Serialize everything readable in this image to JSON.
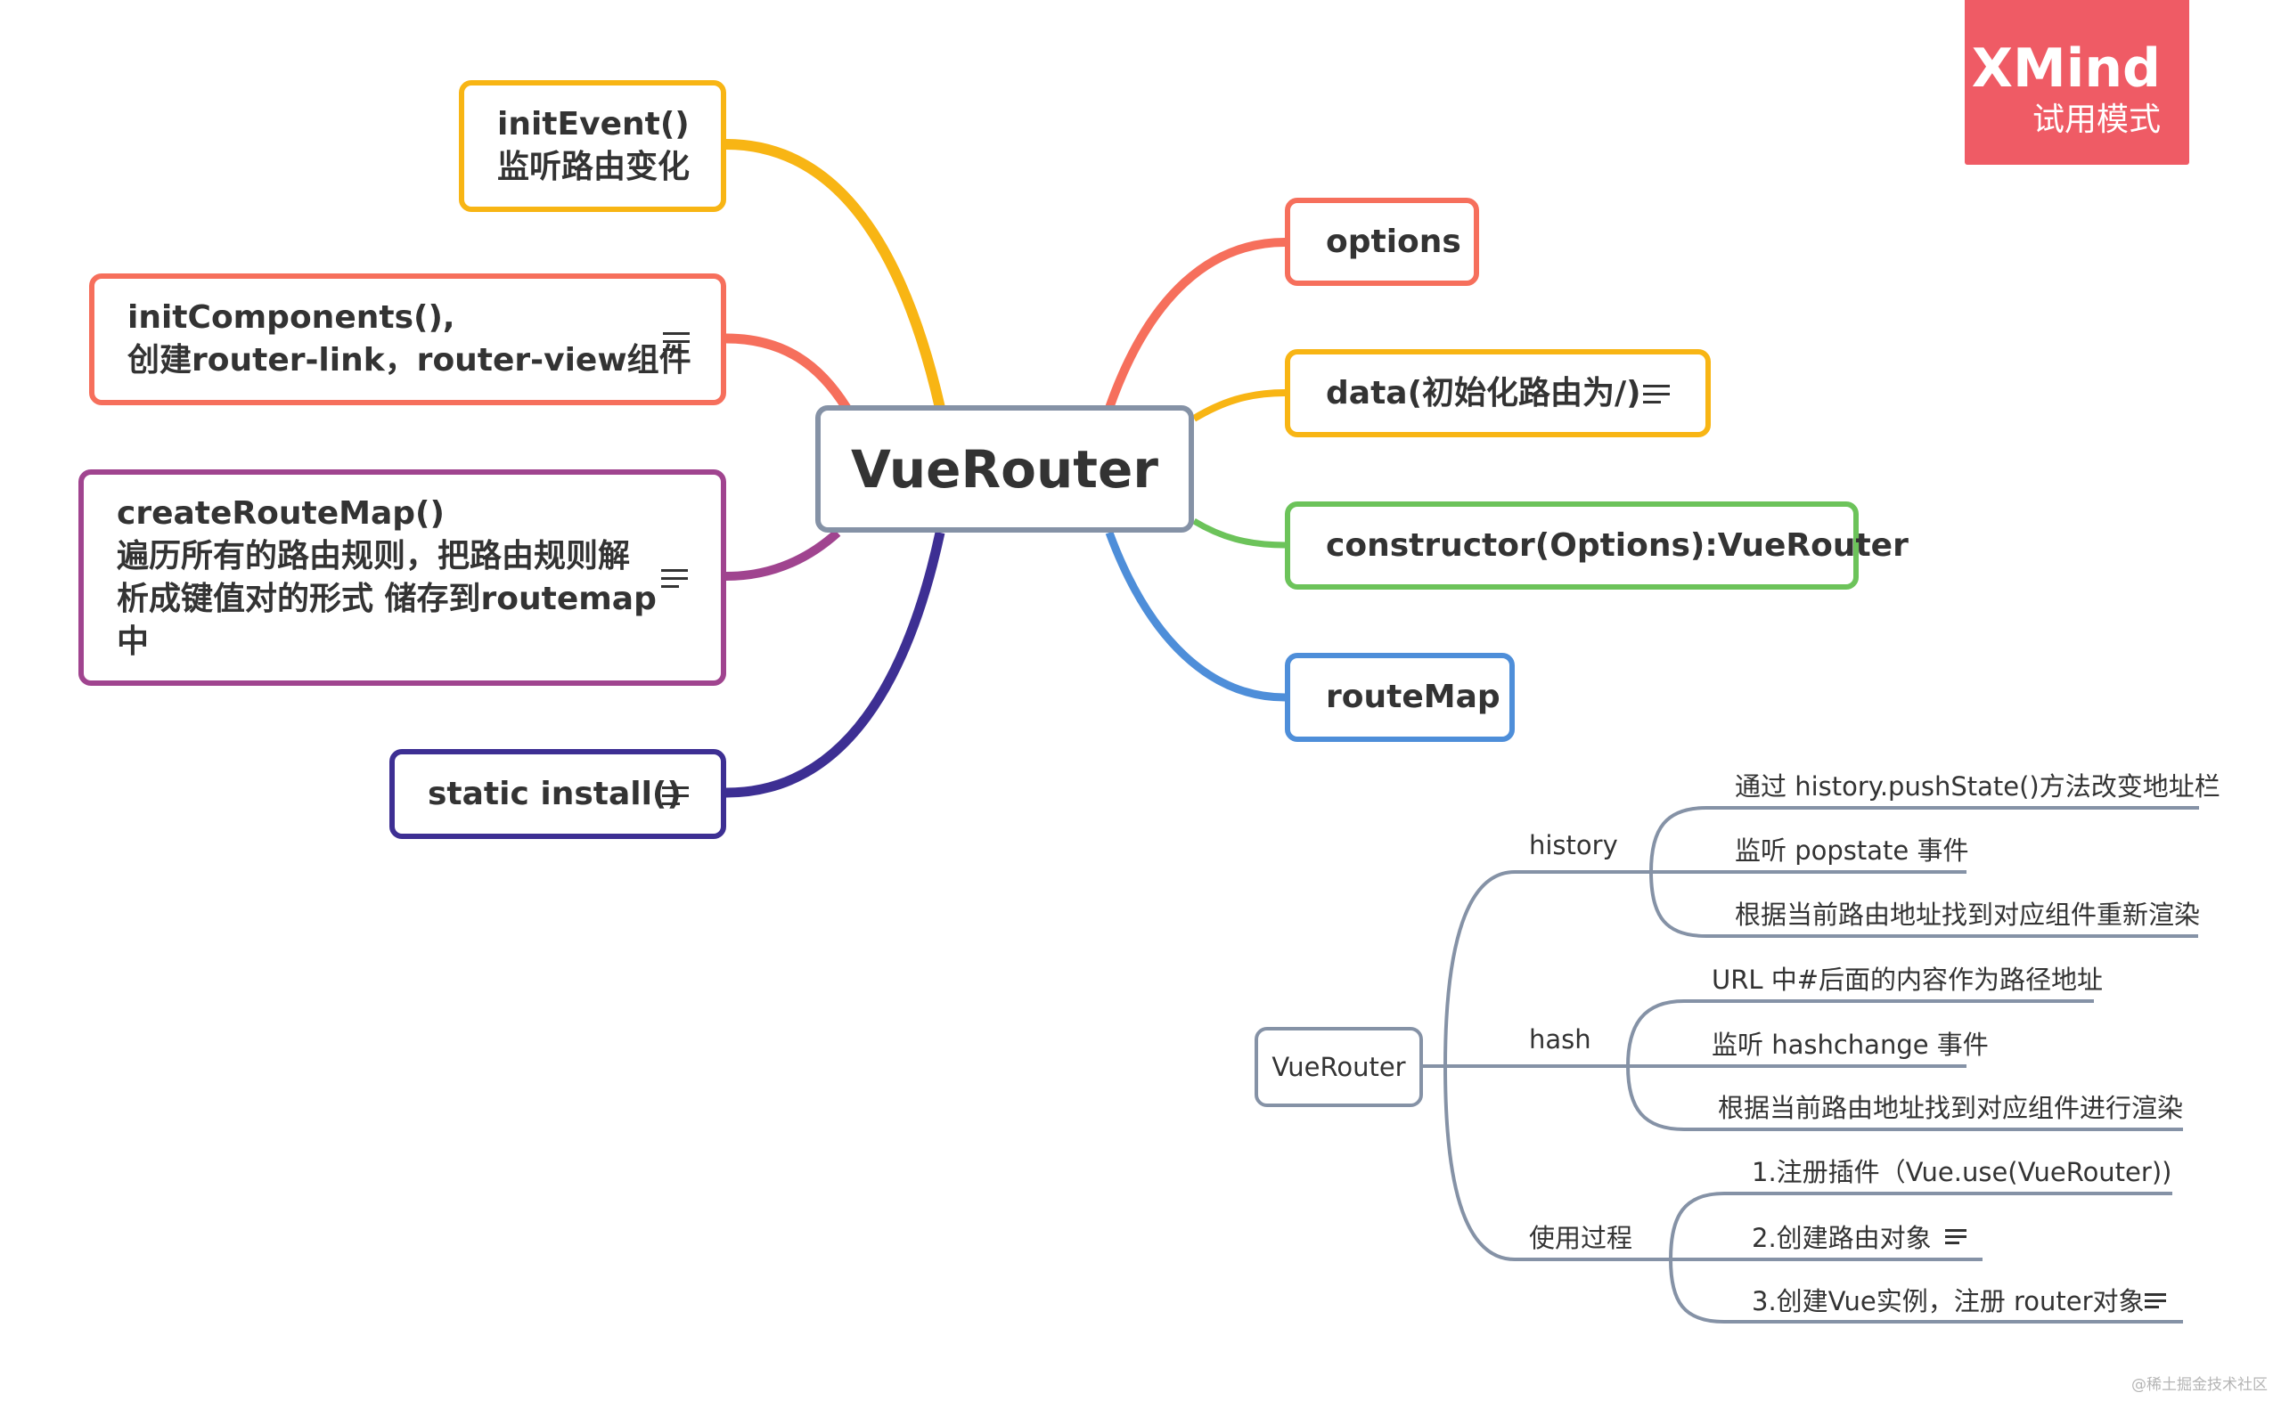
{
  "watermark_badge": {
    "brand": "XMind",
    "mode": "试用模式",
    "color": "#ef5b65"
  },
  "main_map": {
    "central_topic": {
      "label": "VueRouter",
      "border_color": "#8592a6"
    },
    "left_branches": [
      {
        "label": "initEvent()\n监听路由变化",
        "color": "#f8b514",
        "has_note": false
      },
      {
        "label": "initComponents(),\n创建router-link，router-view组件",
        "color": "#f66f5c",
        "has_note": true
      },
      {
        "label": "createRouteMap()\n遍历所有的路由规则，把路由规则解\n析成键值对的形式 储存到routemap\n中",
        "color": "#a0448f",
        "has_note": true
      },
      {
        "label": "static install()",
        "color": "#3d2f93",
        "has_note": true
      }
    ],
    "right_branches": [
      {
        "label": "options",
        "color": "#f66f5c",
        "has_note": false
      },
      {
        "label": "data(初始化路由为/)",
        "color": "#f8b514",
        "has_note": true
      },
      {
        "label": "constructor(Options):VueRouter",
        "color": "#6cc35a",
        "has_note": false
      },
      {
        "label": "routeMap",
        "color": "#4e8ed9",
        "has_note": false
      }
    ]
  },
  "sub_map": {
    "root": "VueRouter",
    "line_color": "#8592a6",
    "branches": [
      {
        "label": "history",
        "children": [
          {
            "label": "通过 history.pushState()方法改变地址栏",
            "has_note": false
          },
          {
            "label": "监听 popstate 事件",
            "has_note": false
          },
          {
            "label": "根据当前路由地址找到对应组件重新渲染",
            "has_note": false
          }
        ]
      },
      {
        "label": "hash",
        "children": [
          {
            "label": "URL 中#后面的内容作为路径地址",
            "has_note": false
          },
          {
            "label": "监听 hashchange 事件",
            "has_note": false
          },
          {
            "label": "根据当前路由地址找到对应组件进行渲染",
            "has_note": false
          }
        ]
      },
      {
        "label": "使用过程",
        "children": [
          {
            "label": "1.注册插件（Vue.use(VueRouter))",
            "has_note": false
          },
          {
            "label": "2.创建路由对象",
            "has_note": true
          },
          {
            "label": "3.创建Vue实例，注册 router对象",
            "has_note": true
          }
        ]
      }
    ]
  },
  "footer_watermark": "@稀土掘金技术社区"
}
